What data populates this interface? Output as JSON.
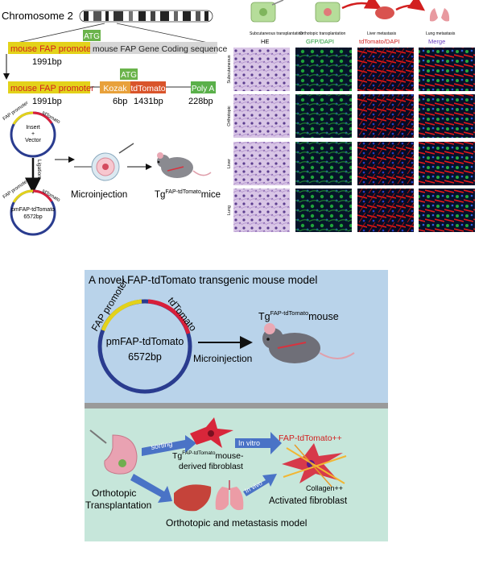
{
  "top_left": {
    "chromosome_label": "Chromosome 2",
    "atg_label": "ATG",
    "promoter_label": "mouse FAP promoter",
    "coding_label": "mouse FAP Gene Coding sequence",
    "promoter_bp": "1991bp",
    "row2": {
      "promoter_label": "mouse FAP promoter",
      "atg_label": "ATG",
      "kozak_label": "Kozak",
      "tdtomato_label": "tdTomato",
      "polya_label": "Poly A",
      "promoter_bp": "1991bp",
      "kozak_bp": "6bp",
      "tdtomato_bp": "1431bp",
      "polya_bp": "228bp"
    },
    "plasmid_small": {
      "fap_label": "FAP promoter",
      "td_label": "tdTomato",
      "insert_label": "Insert",
      "plus_label": "+",
      "vector_label": "Vector"
    },
    "ligation_label": "Ligation",
    "plasmid_small2": {
      "fap_label": "FAP promoter",
      "td_label": "tdTomato",
      "name_label": "pmFAP-tdTomato",
      "bp_label": "6572bp"
    },
    "microinjection_label": "Microinjection",
    "mice_prefix": "Tg",
    "mice_sup": "FAP-tdTomato",
    "mice_suffix": "mice"
  },
  "top_right": {
    "steps": [
      "Subcutaneous transplantation",
      "Orthotopic transplantation",
      "Liver metastasis",
      "Lung metastasis"
    ],
    "columns": [
      "HE",
      "GFP/DAPI",
      "tdTomato/DAPI",
      "Merge"
    ],
    "rows": [
      "Subcutaneous",
      "Orthotopic",
      "Liver",
      "Lung"
    ]
  },
  "panel_a": {
    "title": "A novel FAP-tdTomato transgenic mouse model",
    "fap_label": "FAP promoter",
    "td_label": "tdTomato",
    "plasmid_name": "pmFAP-tdTomato",
    "plasmid_bp": "6572bp",
    "microinjection_label": "Microinjection",
    "mouse_prefix": "Tg",
    "mouse_sup": "FAP-tdTomato",
    "mouse_suffix": "mouse"
  },
  "panel_b": {
    "sorting_label": "sorting",
    "invitro_label": "In vitro",
    "invivo_label": "In vivo",
    "fibroblast_prefix": "Tg",
    "fibroblast_sup": "FAP-tdTomato",
    "fibroblast_suffix": "mouse-",
    "fibroblast_line2": "derived fibroblast",
    "fap_plus_label": "FAP-tdTomato++",
    "collagen_label": "Collagen++",
    "activated_label": "Activated fibroblast",
    "orthotopic_line1": "Orthotopic",
    "orthotopic_line2": "Transplantation",
    "model_label": "Orthotopic and metastasis model"
  },
  "colors": {
    "promoter_yellow": "#e3d21a",
    "atg_green": "#6ab34a",
    "kozak_orange": "#e8a13b",
    "tdtomato_red": "#d9542b",
    "polya_green": "#5ab04a",
    "plasmid_blue": "#2a3c8f",
    "plasmid_red": "#d81f3a",
    "panel_a_bg": "#b9d3ea",
    "panel_b_bg": "#c6e6da",
    "label_red": "#d21f1f"
  }
}
